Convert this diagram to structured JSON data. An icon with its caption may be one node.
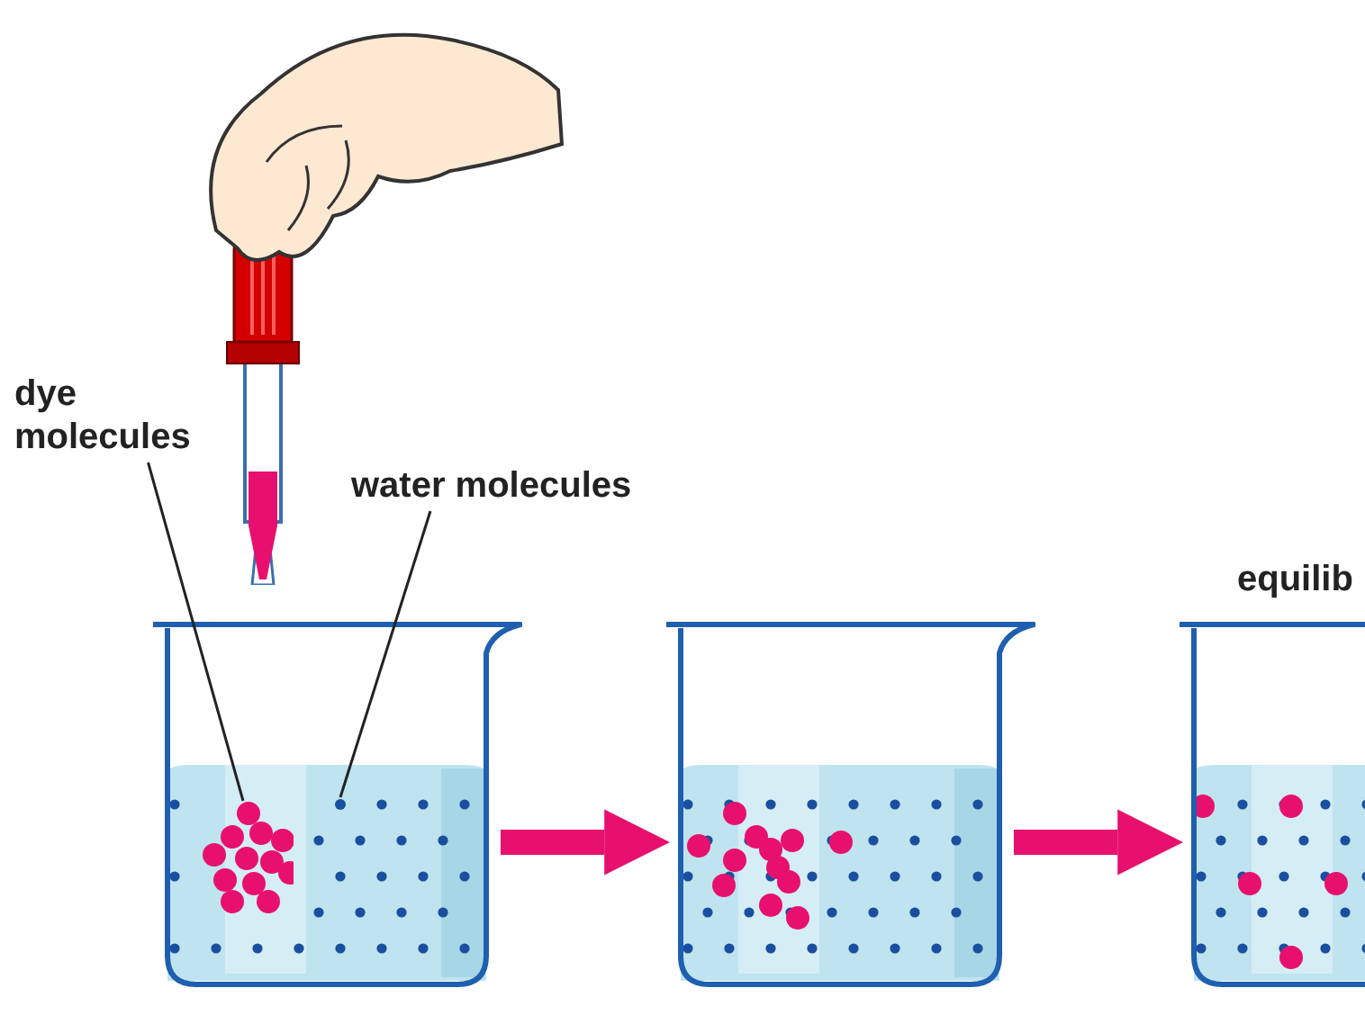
{
  "diagram": {
    "nodes": [
      {
        "text": [
          "dye molecules"
        ]
      },
      {
        "text": [
          "water molecules"
        ]
      },
      {
        "text": [],
        "shape": "picture"
      },
      {
        "text": [],
        "shape": "picture",
        "in": 2
      },
      {
        "text": [],
        "shape": "circle",
        "in": 2
      },
      {
        "text": [],
        "shape": "picture"
      },
      {
        "text": [
          "equilib"
        ]
      }
    ],
    "edges": [
      {
        "from": 0,
        "to": 3,
        "arrow": "none"
      },
      {
        "from": 1,
        "to": 4,
        "arrow": "none"
      },
      {
        "from": 2,
        "to": 5,
        "arrow": "to",
        "style": "thick",
        "color": "#e8106e"
      },
      {
        "from": 5,
        "to": 6,
        "arrow": "to",
        "style": "thick",
        "color": "#e8106e"
      }
    ]
  }
}
